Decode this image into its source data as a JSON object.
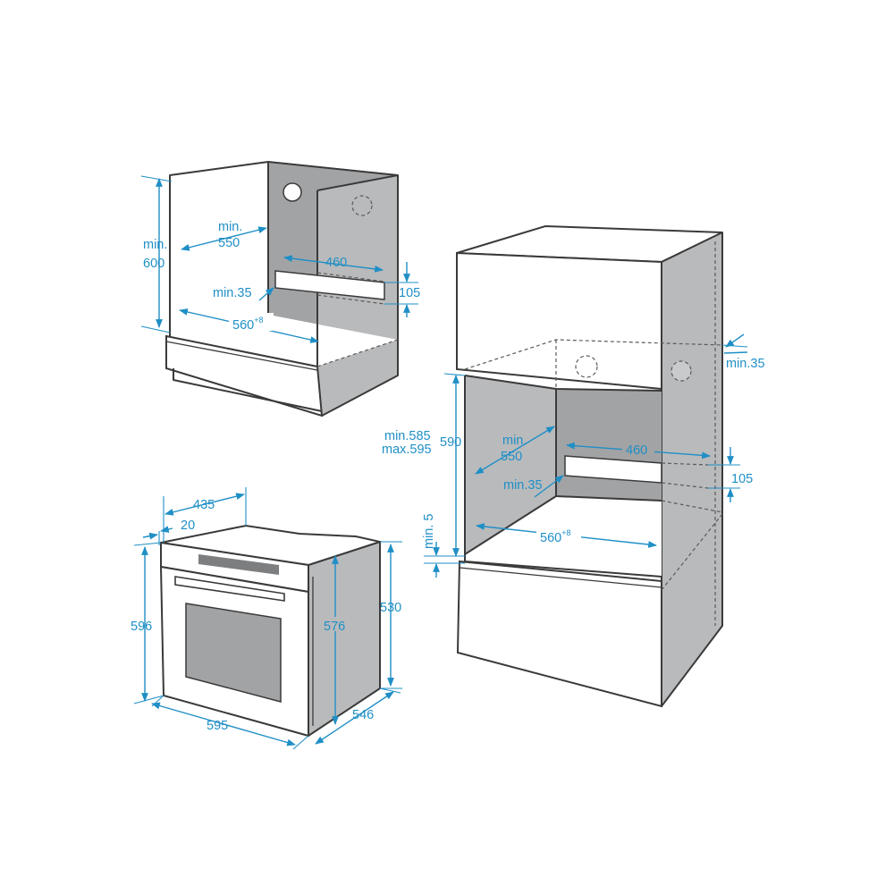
{
  "colors": {
    "dimension": "#1f8fc6",
    "outline": "#3a3a3a",
    "cabinet_back": "#a2a3a5",
    "cabinet_side": "#b9babc"
  },
  "under_counter": {
    "height": "600",
    "height_prefix": "min.",
    "depth": "550",
    "depth_prefix": "min.",
    "vent_width": "460",
    "vent_height": "105",
    "vent_gap": "min.35",
    "width": "560",
    "width_tolerance": "+8"
  },
  "tall_unit": {
    "opening_height": "590",
    "shelf_height": "min.585\nmax.595",
    "shelf_height_line1": "min.585",
    "shelf_height_line2": "max.595",
    "plinth_gap": "min. 5",
    "top_gap": "min.35",
    "depth": "550",
    "depth_prefix": "min.",
    "vent_width": "460",
    "vent_height": "105",
    "vent_gap": "min.35",
    "width": "560",
    "width_tolerance": "+8"
  },
  "oven": {
    "top_depth": "435",
    "front_depth": "20",
    "overall_height": "596",
    "body_height": "576",
    "side_height": "530",
    "width": "595",
    "depth": "546"
  }
}
